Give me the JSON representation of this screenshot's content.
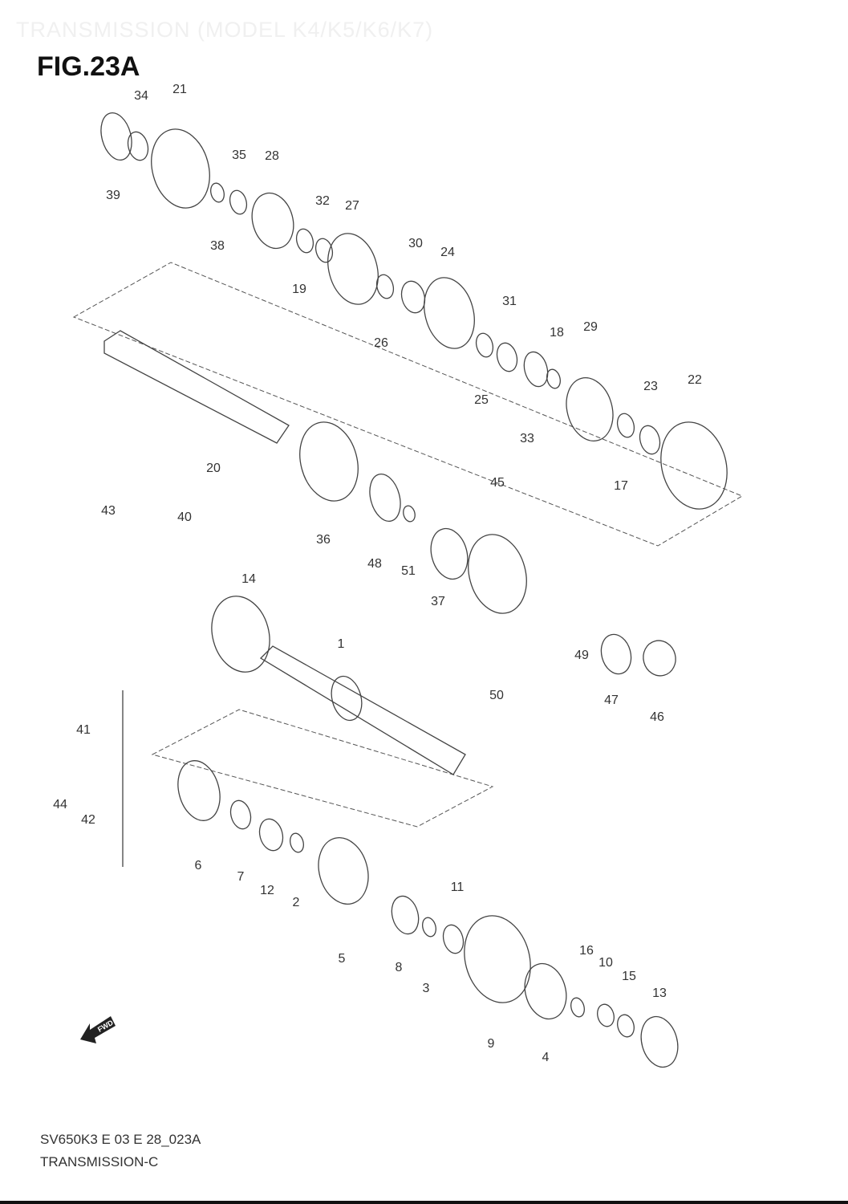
{
  "header": {
    "title": "TRANSMISSION (MODEL K4/K5/K6/K7)",
    "figure": "FIG.23A"
  },
  "footer": {
    "code": "SV650K3 E 03 E 28_023A",
    "name": "TRANSMISSION-C"
  },
  "fwd_label": "FWD",
  "callouts": [
    "34",
    "21",
    "39",
    "35",
    "28",
    "38",
    "32",
    "27",
    "19",
    "30",
    "24",
    "26",
    "31",
    "18",
    "29",
    "25",
    "23",
    "22",
    "33",
    "17",
    "20",
    "45",
    "36",
    "48",
    "51",
    "37",
    "43",
    "40",
    "14",
    "1",
    "49",
    "50",
    "47",
    "46",
    "41",
    "44",
    "42",
    "6",
    "7",
    "12",
    "2",
    "5",
    "11",
    "8",
    "3",
    "16",
    "10",
    "15",
    "13",
    "9",
    "4"
  ]
}
